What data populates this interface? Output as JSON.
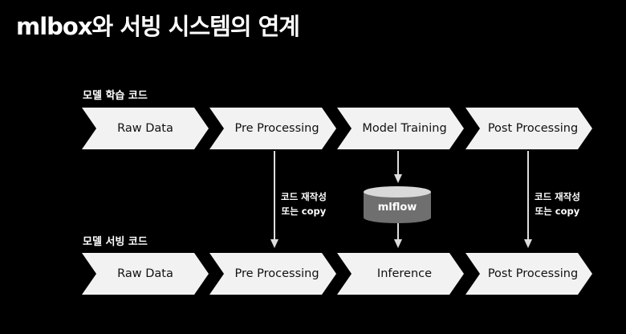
{
  "title": "mlbox와 서빙 시스템의 연계",
  "training": {
    "label": "모델 학습 코드",
    "steps": [
      "Raw Data",
      "Pre Processing",
      "Model Training",
      "Post Processing"
    ]
  },
  "serving": {
    "label": "모델 서빙 코드",
    "steps": [
      "Raw Data",
      "Pre Processing",
      "Inference",
      "Post Processing"
    ]
  },
  "notes": {
    "left": [
      "코드 재작성",
      "또는 copy"
    ],
    "right": [
      "코드 재작성",
      "또는 copy"
    ]
  },
  "storage": {
    "label": "mlflow"
  },
  "colors": {
    "chevron": "#f2f2f2",
    "arrow": "#dddddd",
    "db": "#6f6f6f",
    "db_top": "#d9d9d9"
  }
}
